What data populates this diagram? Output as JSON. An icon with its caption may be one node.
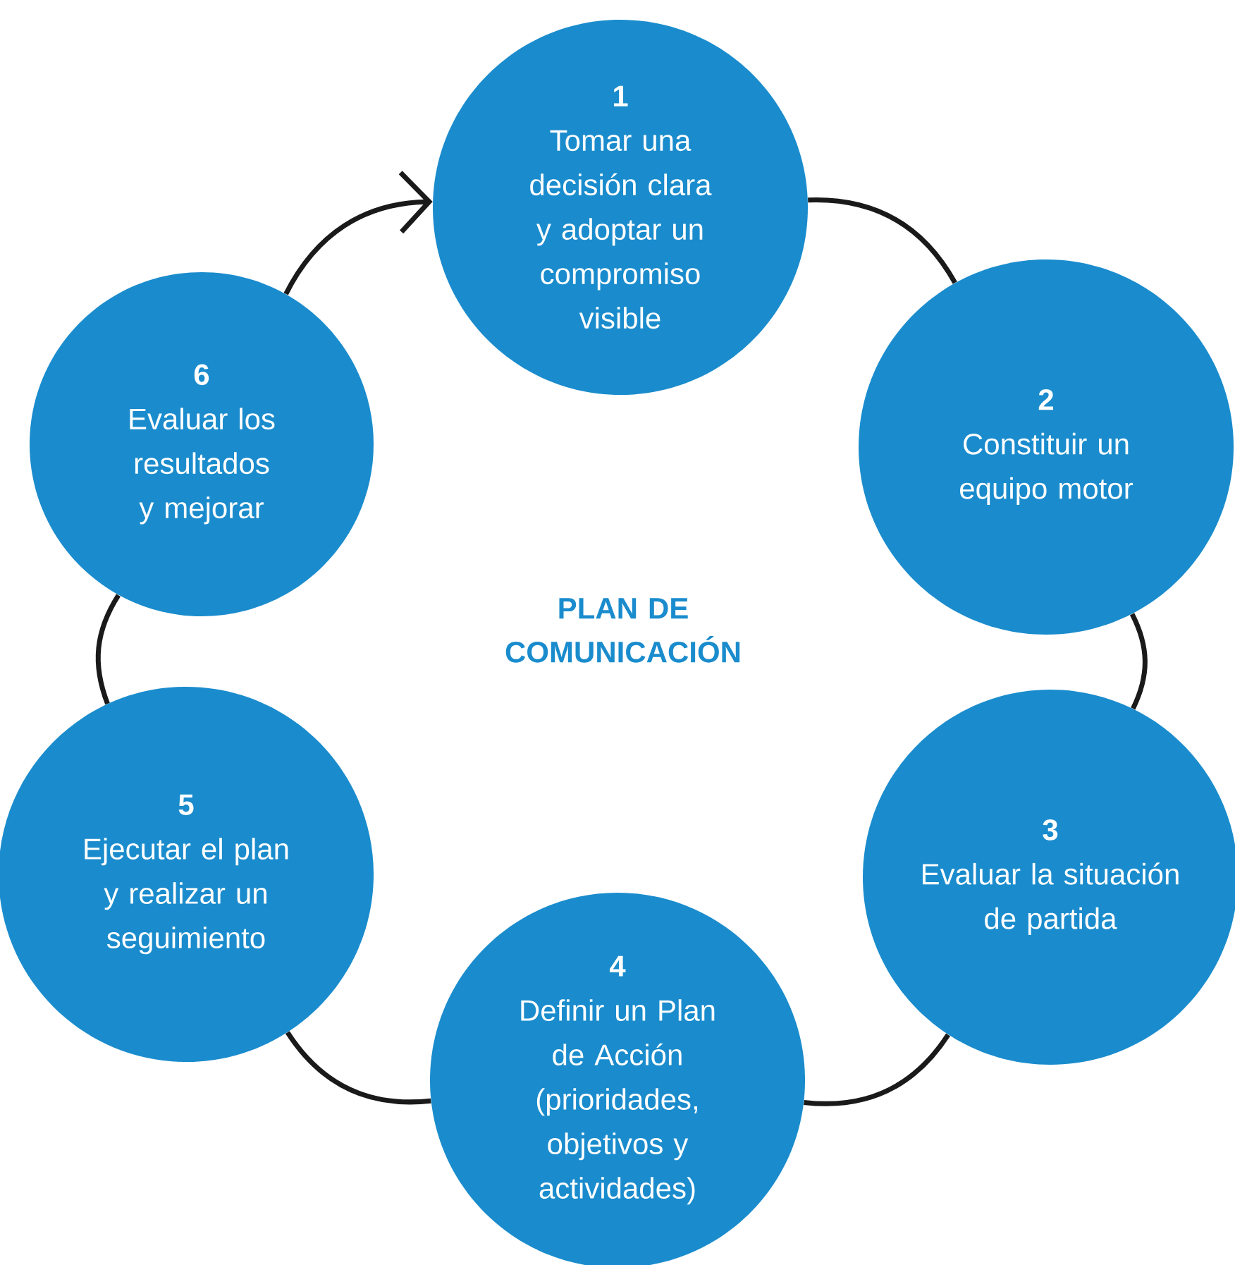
{
  "diagram": {
    "title": "PLAN DE COMUNICACIÓN",
    "nodes": [
      {
        "text": [
          "1",
          "Tomar una decisión clara y adoptar un compromiso visible"
        ]
      },
      {
        "text": [
          "2",
          "Constituir un equipo motor"
        ]
      },
      {
        "text": [
          "3",
          "Evaluar la situación de partida"
        ]
      },
      {
        "text": [
          "4",
          "Definir un Plan de Acción (prioridades, objetivos y actividades)"
        ]
      },
      {
        "text": [
          "5",
          "Ejecutar el plan y realizar un seguimiento"
        ]
      },
      {
        "text": [
          "6",
          "Evaluar los resultados y mejorar"
        ]
      }
    ],
    "edges": [
      {
        "from": 0,
        "to": 1,
        "arrow": "none"
      },
      {
        "from": 1,
        "to": 2,
        "arrow": "none"
      },
      {
        "from": 2,
        "to": 3,
        "arrow": "none"
      },
      {
        "from": 3,
        "to": 4,
        "arrow": "none"
      },
      {
        "from": 4,
        "to": 5,
        "arrow": "none"
      },
      {
        "from": 5,
        "to": 0,
        "arrow": "to"
      }
    ]
  }
}
